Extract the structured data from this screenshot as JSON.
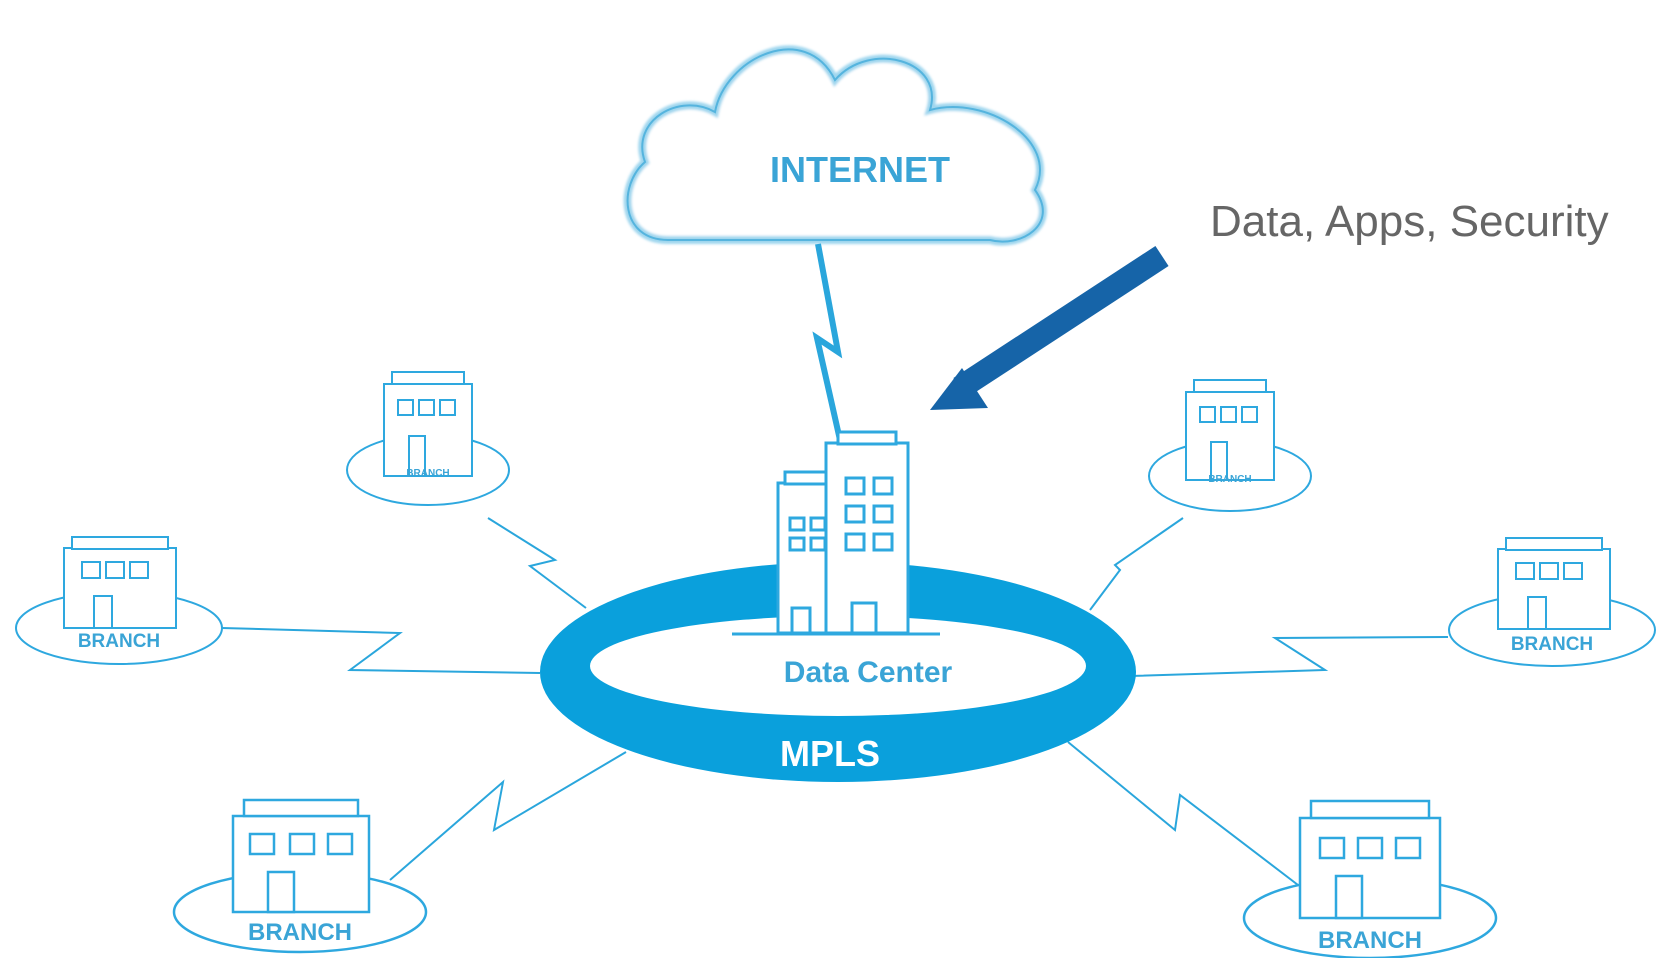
{
  "colors": {
    "cloud": "#55b4de",
    "link": "#2aa6dc",
    "ring": "#0aa0dc",
    "building": "#2ea8df",
    "arrow": "#1664a8",
    "annotation_text": "#666666",
    "label_text": "#3aa4d6"
  },
  "internet": {
    "label": "INTERNET",
    "icon": "cloud-icon"
  },
  "annotation": {
    "text": "Data, Apps, Security"
  },
  "mpls": {
    "label": "MPLS"
  },
  "data_center": {
    "label": "Data Center",
    "icon": "office-building-icon"
  },
  "branches": [
    {
      "label": "BRANCH",
      "icon": "building-icon"
    },
    {
      "label": "BRANCH",
      "icon": "building-icon"
    },
    {
      "label": "BRANCH",
      "icon": "building-icon"
    },
    {
      "label": "BRANCH",
      "icon": "building-icon"
    },
    {
      "label": "BRANCH",
      "icon": "building-icon"
    },
    {
      "label": "BRANCH",
      "icon": "building-icon"
    }
  ]
}
